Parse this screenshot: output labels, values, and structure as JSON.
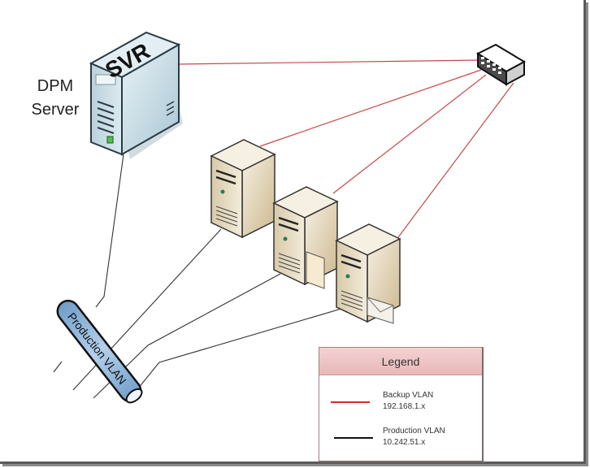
{
  "diagram": {
    "nodes": {
      "dpm_server": {
        "icon_text": "SVR",
        "label_line1": "DPM",
        "label_line2": "Server"
      },
      "switch": {
        "label": ""
      },
      "server_1": {
        "label": ""
      },
      "server_2_file": {
        "label": ""
      },
      "server_3_mail": {
        "label": ""
      },
      "production_vlan": {
        "label": "Production VLAN"
      }
    },
    "colors": {
      "backup_vlan": "#c8484a",
      "production_vlan": "#222222",
      "svr_body": "#c9dde6",
      "server_body": "#e8dcc2",
      "vlan_pipe": "#8fb6dc",
      "legend_header": "#ecc4c4"
    },
    "connections": [
      {
        "from": "dpm_server",
        "to": "switch",
        "network": "backup"
      },
      {
        "from": "server_1",
        "to": "switch",
        "network": "backup"
      },
      {
        "from": "server_2_file",
        "to": "switch",
        "network": "backup"
      },
      {
        "from": "server_3_mail",
        "to": "switch",
        "network": "backup"
      },
      {
        "from": "dpm_server",
        "to": "production_vlan",
        "network": "production"
      },
      {
        "from": "server_1",
        "to": "production_vlan",
        "network": "production"
      },
      {
        "from": "server_2_file",
        "to": "production_vlan",
        "network": "production"
      },
      {
        "from": "server_3_mail",
        "to": "production_vlan",
        "network": "production"
      }
    ]
  },
  "legend": {
    "title": "Legend",
    "items": [
      {
        "name": "Backup VLAN",
        "subnet": "192.168.1.x",
        "color": "#d42a2a"
      },
      {
        "name": "Production VLAN",
        "subnet": "10.242.51.x",
        "color": "#111111"
      }
    ]
  }
}
